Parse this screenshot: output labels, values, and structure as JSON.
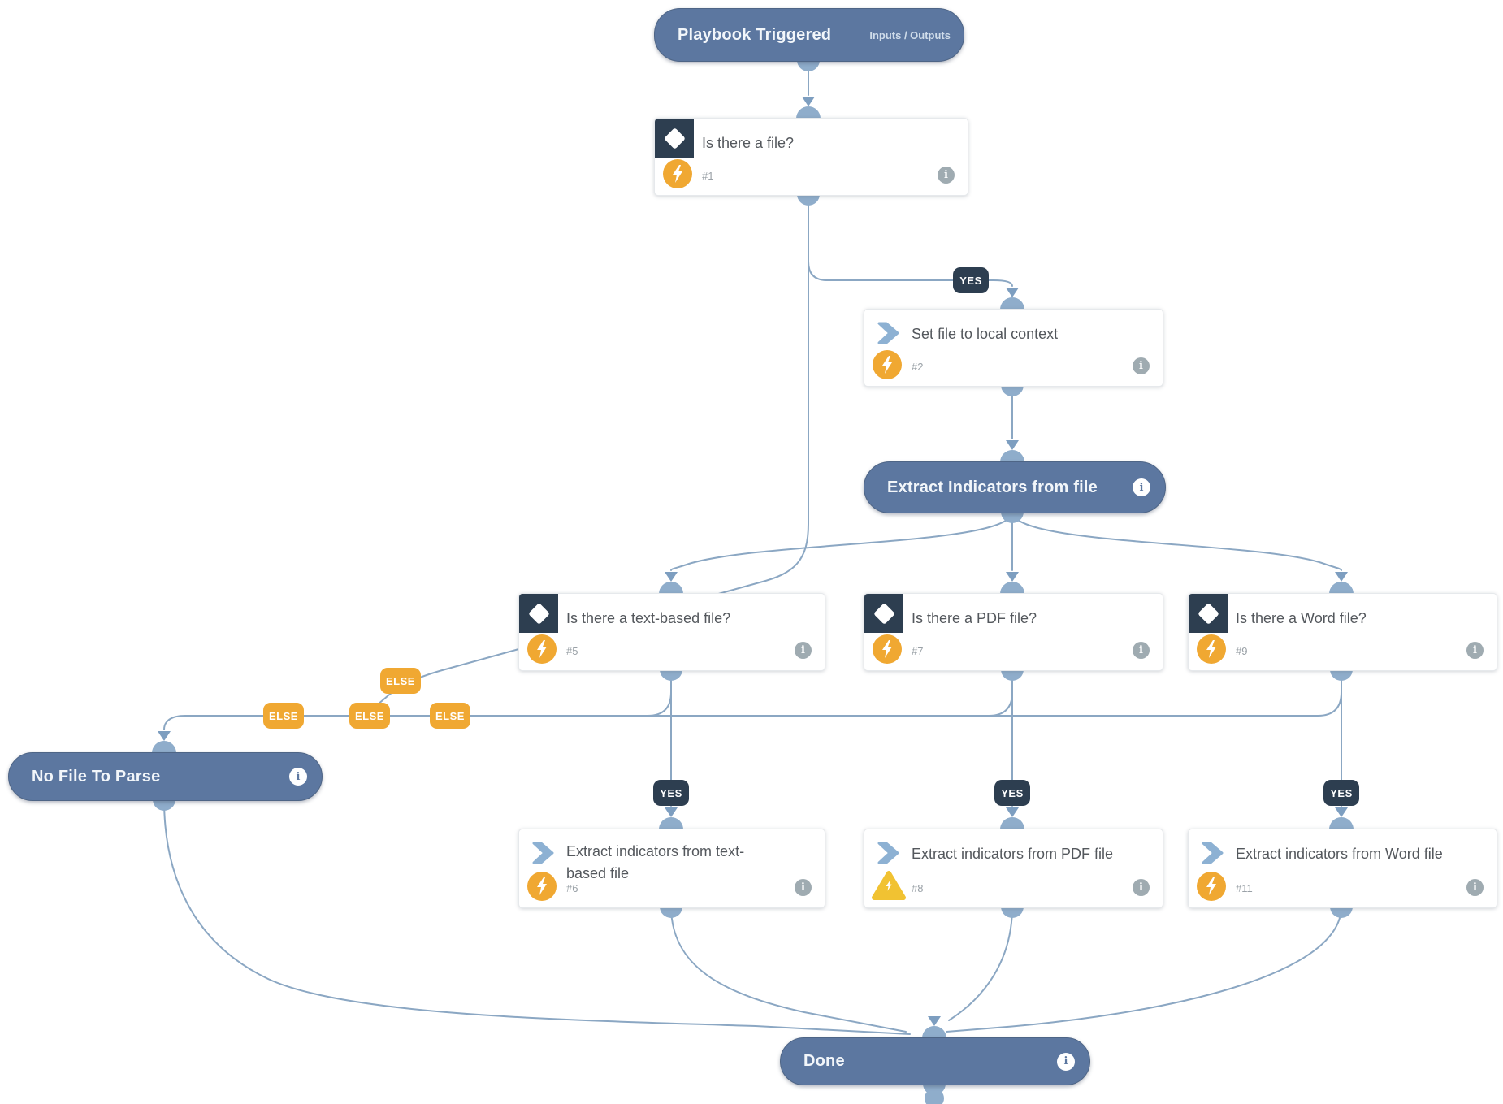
{
  "header": {
    "title": "Playbook Triggered",
    "right_label": "Inputs / Outputs"
  },
  "sections": {
    "extract": {
      "title": "Extract Indicators from file"
    },
    "nofile": {
      "title": "No File To Parse"
    },
    "done": {
      "title": "Done"
    }
  },
  "tasks": {
    "is_file": {
      "title": "Is there a file?",
      "num": "#1"
    },
    "set_file": {
      "title": "Set file to local context",
      "num": "#2"
    },
    "is_text": {
      "title": "Is there a text-based file?",
      "num": "#5"
    },
    "is_pdf": {
      "title": "Is there a PDF file?",
      "num": "#7"
    },
    "is_word": {
      "title": "Is there a Word file?",
      "num": "#9"
    },
    "extract_text": {
      "title": "Extract indicators from text-based file",
      "num": "#6"
    },
    "extract_pdf": {
      "title": "Extract indicators from PDF file",
      "num": "#8"
    },
    "extract_word": {
      "title": "Extract indicators from Word file",
      "num": "#11"
    }
  },
  "labels": {
    "yes": "YES",
    "else": "ELSE",
    "info": "i"
  },
  "colors": {
    "pill": "#5c77a0",
    "navy": "#2d3e50",
    "orange": "#f0a832",
    "warning": "#f1c232",
    "line": "#8ba7c3",
    "connector": "#8fadcb",
    "title_text": "#54585d",
    "num_text": "#9aa1a7",
    "info_gray": "#9fabb1",
    "chevron": "#8db1d3"
  },
  "icons": {
    "condition": "diamond-icon",
    "task": "chevron-right-icon",
    "automation": "lightning-icon",
    "warning": "warning-triangle-icon",
    "info": "info-icon"
  }
}
